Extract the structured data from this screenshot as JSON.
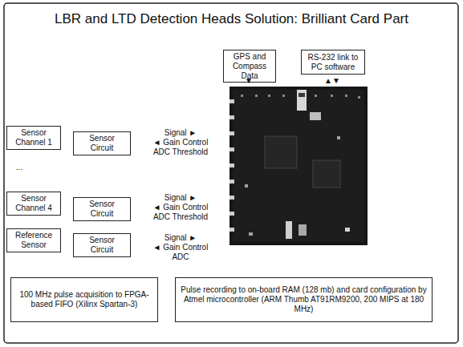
{
  "diagram": {
    "title": "LBR and LTD Detection Heads Solution: Brilliant Card Part",
    "nodes": [
      {
        "text": [
          "GPS and Compass Data"
        ]
      },
      {
        "text": [
          "RS-232 link to PC software"
        ]
      },
      {
        "text": [
          "Sensor Channel 1"
        ]
      },
      {
        "text": [
          "Sensor Circuit"
        ]
      },
      {
        "text": [
          "Sensor Channel 4"
        ]
      },
      {
        "text": [
          "Sensor Circuit"
        ]
      },
      {
        "text": [
          "Reference Sensor"
        ]
      },
      {
        "text": [
          "Sensor Circuit"
        ]
      },
      {
        "text": [
          "100 MHz pulse acquisition to FPGA-based FIFO (Xilinx Spartan-3)"
        ]
      },
      {
        "text": [
          "Pulse recording to on-board RAM (128 mb) and card configuration by Atmel microcontroller (ARM Thumb AT91RM9200, 200 MIPS at 180 MHz)"
        ]
      }
    ],
    "labels": [
      "▼",
      "▲▼",
      "Signal ►",
      "◄ Gain Control",
      "ADC Threshold",
      "...",
      "Signal ►",
      "◄ Gain Control",
      "ADC Threshold",
      "Signal ►",
      "◄ Gain Control",
      "ADC"
    ]
  }
}
